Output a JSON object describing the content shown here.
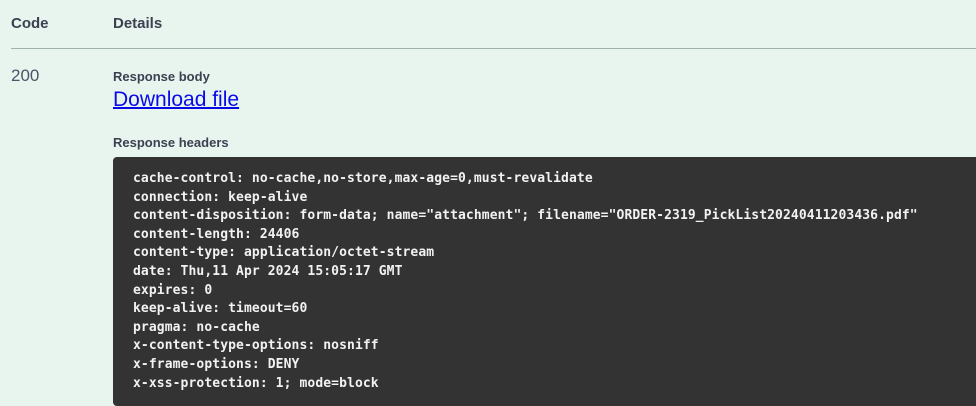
{
  "table": {
    "columns": {
      "code": "Code",
      "details": "Details"
    },
    "row": {
      "code": "200",
      "response_body_label": "Response body",
      "download_link": "Download file",
      "response_headers_label": "Response headers",
      "response_headers": [
        "cache-control: no-cache,no-store,max-age=0,must-revalidate",
        "connection: keep-alive",
        "content-disposition: form-data; name=\"attachment\"; filename=\"ORDER-2319_PickList20240411203436.pdf\"",
        "content-length: 24406",
        "content-type: application/octet-stream",
        "date: Thu,11 Apr 2024 15:05:17 GMT",
        "expires: 0",
        "keep-alive: timeout=60",
        "pragma: no-cache",
        "x-content-type-options: nosniff",
        "x-frame-options: DENY",
        "x-xss-protection: 1; mode=block"
      ]
    }
  },
  "colors": {
    "page_background": "#e8f4ee",
    "code_block_background": "#333333",
    "code_block_text": "#f2f2f2",
    "link": "#0a0ae8",
    "heading_text": "#3b4151",
    "divider": "#9fb3ab"
  }
}
